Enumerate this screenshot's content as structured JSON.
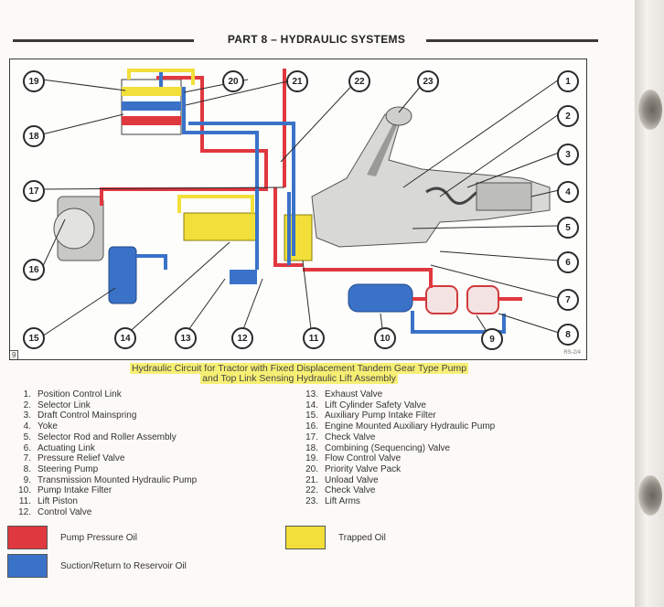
{
  "header": {
    "title": "PART 8 – HYDRAULIC SYSTEMS"
  },
  "figure": {
    "tag": "9",
    "code": "RS-2/4",
    "callouts": {
      "c1": "1",
      "c2": "2",
      "c3": "3",
      "c4": "4",
      "c5": "5",
      "c6": "6",
      "c7": "7",
      "c8": "8",
      "c9": "9",
      "c10": "10",
      "c11": "11",
      "c12": "12",
      "c13": "13",
      "c14": "14",
      "c15": "15",
      "c16": "16",
      "c17": "17",
      "c18": "18",
      "c19": "19",
      "c20": "20",
      "c21": "21",
      "c22": "22",
      "c23": "23"
    }
  },
  "caption": {
    "line1": "Hydraulic Circuit for Tractor with Fixed Displacement Tandem Gear Type Pump",
    "line2": "and Top Link Sensing Hydraulic Lift Assembly"
  },
  "parts_left": [
    {
      "num": "1.",
      "label": "Position Control Link"
    },
    {
      "num": "2.",
      "label": "Selector Link"
    },
    {
      "num": "3.",
      "label": "Draft Control Mainspring"
    },
    {
      "num": "4.",
      "label": "Yoke"
    },
    {
      "num": "5.",
      "label": "Selector Rod and Roller Assembly"
    },
    {
      "num": "6.",
      "label": "Actuating Link"
    },
    {
      "num": "7.",
      "label": "Pressure Relief Valve"
    },
    {
      "num": "8.",
      "label": "Steering Pump"
    },
    {
      "num": "9.",
      "label": "Transmission Mounted Hydraulic Pump"
    },
    {
      "num": "10.",
      "label": "Pump Intake Filter"
    },
    {
      "num": "11.",
      "label": "Lift Piston"
    },
    {
      "num": "12.",
      "label": "Control Valve"
    }
  ],
  "parts_right": [
    {
      "num": "13.",
      "label": "Exhaust Valve"
    },
    {
      "num": "14.",
      "label": "Lift Cylinder Safety Valve"
    },
    {
      "num": "15.",
      "label": "Auxiliary Pump Intake Filter"
    },
    {
      "num": "16.",
      "label": "Engine Mounted Auxiliary Hydraulic Pump"
    },
    {
      "num": "17.",
      "label": "Check Valve"
    },
    {
      "num": "18.",
      "label": "Combining (Sequencing) Valve"
    },
    {
      "num": "19.",
      "label": "Flow Control Valve"
    },
    {
      "num": "20.",
      "label": "Priority Valve Pack"
    },
    {
      "num": "21.",
      "label": "Unload Valve"
    },
    {
      "num": "22.",
      "label": "Check Valve"
    },
    {
      "num": "23.",
      "label": "Lift Arms"
    }
  ],
  "legend": {
    "pressure": {
      "label": "Pump Pressure Oil",
      "color": "#e0383f"
    },
    "suction": {
      "label": "Suction/Return to Reservoir Oil",
      "color": "#3a72c8"
    },
    "trapped": {
      "label": "Trapped Oil",
      "color": "#f2df3a"
    }
  }
}
